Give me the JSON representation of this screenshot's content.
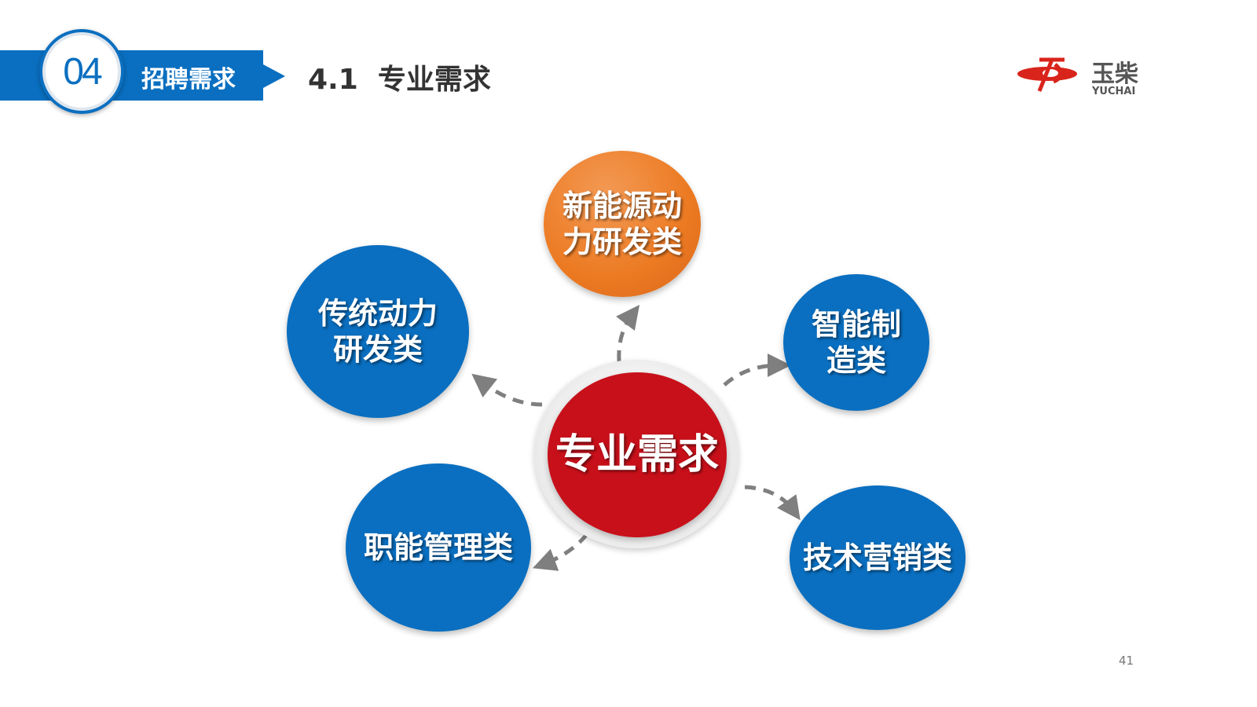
{
  "header": {
    "badge_number": "04",
    "section_label": "招聘需求",
    "page_title": "4.1  专业需求"
  },
  "logo": {
    "text_cn": "玉柴",
    "text_en": "YUCHAI"
  },
  "diagram": {
    "center": "专业需求",
    "nodes": [
      {
        "id": "new-energy",
        "label_line1": "新能源动",
        "label_line2": "力研发类"
      },
      {
        "id": "traditional",
        "label_line1": "传统动力",
        "label_line2": "研发类"
      },
      {
        "id": "smart-mfg",
        "label_line1": "智能制",
        "label_line2": "造类"
      },
      {
        "id": "functional",
        "label_line1": "职能管理类"
      },
      {
        "id": "tech-sales",
        "label_line1": "技术营销类"
      }
    ]
  },
  "colors": {
    "blue": "#0a6fc0",
    "orange": "#ec7a22",
    "red": "#c8101a",
    "arrow": "#7f7f7f"
  },
  "page_number": "41"
}
